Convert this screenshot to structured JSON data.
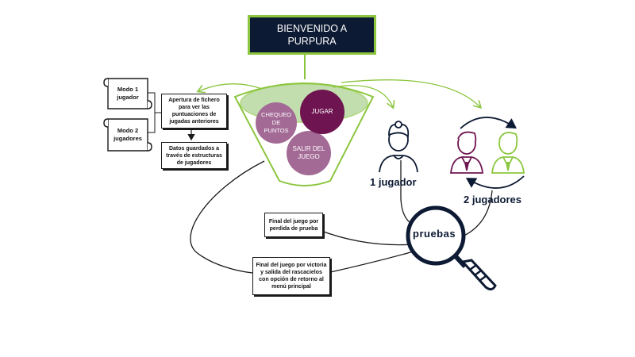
{
  "title": "BIENVENIDO A PURPURA",
  "modes": {
    "one_player": "Modo 1 jugador",
    "two_players": "Modo 2 jugadores"
  },
  "boxes": {
    "file_open": "Apertura de fichero para ver las puntuaciones de jugadas anteriores",
    "data_saved": "Datos guardados a través de estructuras de jugadores",
    "end_loss": "Final del juego por perdida de prueba",
    "end_win": "Final del juego por victoria y salida del rascacielos con opción de retorno al menú principal"
  },
  "funnel": {
    "check_points": "CHEQUEO DE PUNTOS",
    "play": "JUGAR",
    "exit_game": "SALIR DEL JUEGO"
  },
  "players": {
    "one": "1 jugador",
    "two": "2 jugadores"
  },
  "tests_label": "pruebas",
  "colors": {
    "navy": "#0d1a33",
    "green": "#8cc63f",
    "purple_dark": "#6e1450",
    "purple_light": "#a36a96"
  },
  "icons": [
    "scroll-icon",
    "person-icon",
    "two-persons-icon",
    "cycle-arrows-icon",
    "magnifier-icon"
  ]
}
